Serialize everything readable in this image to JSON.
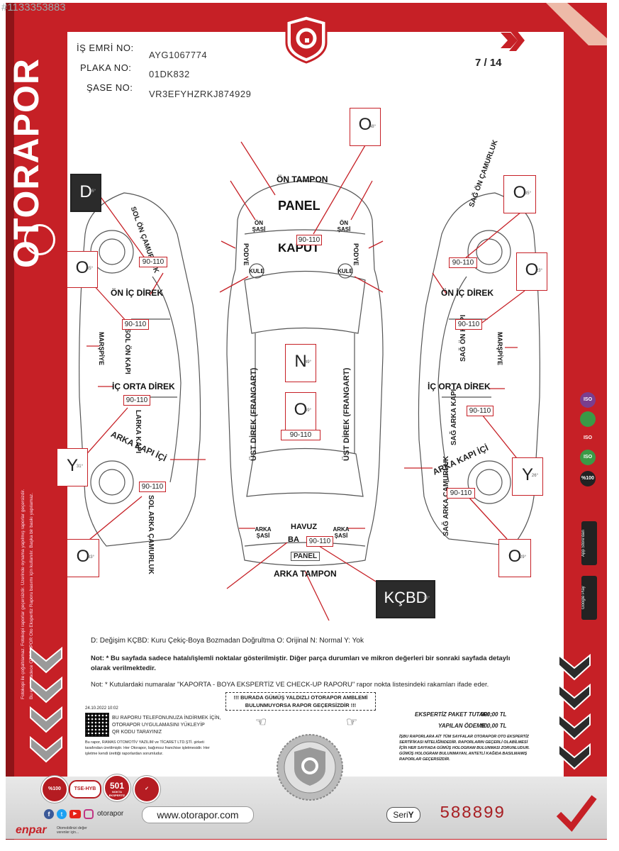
{
  "watermark_id": "#1133353883",
  "brand": {
    "vertical_name": "OTORAPOR",
    "side_notice_1": "Fotokopi ile çoğaltılamaz. Fotokopi raporlar geçersizdir. Üzerinde oynama yapılmış raporlar geçersizdir.",
    "side_notice_2": "Bu evrak sadece OTORAPOR Oto Ekspertiz Raporu basımı için kullanılır. Başka bir baskı yapılamaz."
  },
  "header": {
    "labels": [
      "İŞ EMRİ NO:",
      "PLAKA NO:",
      "ŞASE NO:"
    ],
    "values": [
      "AYG1067774",
      "01DK832",
      "VR3EFYHZRKJ874929"
    ],
    "page": "7 / 14"
  },
  "parts": {
    "on_tampon": "ÖN TAMPON",
    "panel_top": "PANEL",
    "kaput": "KAPUT",
    "on_sasi_l": "ÖN ŞASİ",
    "on_sasi_r": "ÖN ŞASİ",
    "podye_l": "PODYE",
    "podye_r": "PODYE",
    "kule_l": "KULE",
    "kule_r": "KULE",
    "ust_direk_l": "ÜST DİREK (FRANGART)",
    "ust_direk_r": "ÜST DİREK (FRANGART)",
    "arka_sasi_l": "ARKA ŞASİ",
    "arka_sasi_r": "ARKA ŞASİ",
    "havuz": "HAVUZ",
    "bagaj": "BA",
    "panel_bottom": "PANEL",
    "arka_tampon": "ARKA TAMPON",
    "sol_on_camurluk": "SOL ÖN ÇAMURLUK",
    "on_ic_direk_l": "ÖN İÇ DİREK",
    "sol_on_kapi": "SOL ÖN KAPI",
    "marspiye_l": "MARŞPİYE",
    "ic_orta_direk_l": "İÇ ORTA DİREK",
    "sol_arka_kapi": "LARKA KAPI",
    "arka_kapi_ici_l": "ARKA KAPI İÇİ",
    "sol_arka_camurluk": "SOL ARKA ÇAMURLUK",
    "sag_on_camurluk": "SAĞ ÖN ÇAMURLUK",
    "on_ic_direk_r": "ÖN İÇ DİREK",
    "sag_on_kapi": "SAĞ ÖN KAPI",
    "marspiye_r": "MARŞPİYE",
    "ic_orta_direk_r": "İÇ ORTA DİREK",
    "sag_arka_kapi": "SAĞ ARKA KAPI",
    "arka_kapi_ici_r": "ARKA KAPI İÇİ",
    "sag_arka_camurluk": "SAĞ ARKA ÇAMURLUK"
  },
  "codes": {
    "range": "90-110"
  },
  "status": {
    "kaput": {
      "value": "O",
      "note": "48°"
    },
    "sol_on_camurluk": {
      "value": "D",
      "note": "36°"
    },
    "on_ic_direk_l": {
      "value": "O",
      "note": "35°"
    },
    "sol_arka_kapi": {
      "value": "Y",
      "note": "31°"
    },
    "sol_arka_camurluk": {
      "value": "O",
      "note": "33°"
    },
    "tavan_n": {
      "value": "N",
      "note": "49°"
    },
    "tavan_o": {
      "value": "O",
      "note": "49°"
    },
    "sag_on_camurluk": {
      "value": "O",
      "note": "35°"
    },
    "on_ic_direk_r": {
      "value": "O",
      "note": "23°"
    },
    "sag_arka_kapi": {
      "value": "Y",
      "note": "26°"
    },
    "sag_arka_camurluk": {
      "value": "O",
      "note": "29°"
    },
    "arka_tampon": {
      "value": "KÇBD",
      "note": "18°"
    }
  },
  "legend": {
    "line1": "D: Değişim KÇBD: Kuru Çekiç-Boya Bozmadan Doğrultma O: Orijinal N: Normal Y: Yok",
    "note1": "Not: * Bu sayfada sadece hatalı/işlemli noktalar gösterilmiştir. Diğer parça durumları ve mikron değerleri bir sonraki sayfada detaylı olarak verilmektedir.",
    "note2": "Not: * Kutulardaki numaralar \"KAPORTA - BOYA EKSPERTİZ VE CHECK-UP RAPORU\" rapor nokta listesindeki rakamları ifade eder."
  },
  "footer": {
    "date": "24.10.2022 10:02",
    "qr_text_1": "BU RAPORU TELEFONUNUZA İNDİRMEK İÇİN,",
    "qr_text_2": "OTORAPOR UYGULAMASINI YÜKLEYİP",
    "qr_text_3": "QR KODU TARAYINIZ",
    "company": "Bu rapor, RAMAS OTOMOTİV YAZILIM ve TİCARET LTD.ŞTİ. şirketi tarafından üretilmiştir. Her Otorapor, bağımsız franchise işletmesidir. Her işletme kendi ürettiği raporlardan sorumludur.",
    "hologram_1": "!!! BURADA GÜMÜŞ YALDIZLI OTORAPOR AMBLEMİ",
    "hologram_2": "BULUNMUYORSA RAPOR GEÇERSİZDİR !!!",
    "fee_label": "EKSPERTİZ PAKET TUTARI :",
    "fee_value": "900,00 TL",
    "paid_label": "YAPILAN ÖDEME :",
    "paid_value": "900,00 TL",
    "cert_text": "İŞBU RAPORLARA AİT TÜM SAYFALAR OTORAPOR OTO EKSPERTİZ SERTİFİKASI NİTELİĞİNDEDİR. RAPORLARIN GEÇERLİ OLABİLMESİ İÇİN HER SAYFADA GÜMÜŞ HOLOGRAM BULUNMASI ZORUNLUDUR. GÜMÜŞ HOLOGRAM BULUNMAYAN, ANTETLİ KAĞIDA BASILMAMIŞ RAPORLAR GEÇERSİZDİR.",
    "website": "www.otorapor.com",
    "social": "otorapor",
    "seri_label": "Seri",
    "seri_letter": "Y",
    "serial": "588899",
    "badges": [
      "%100",
      "TSE-HYB",
      "501"
    ],
    "badge_sub": "NOKTA EKSPERTİZ",
    "app_store": "App Store'dan",
    "google_play": "Google Play",
    "side_marks": [
      "ISO",
      "ISO",
      "ISO",
      "%100"
    ],
    "enpar": "enpar",
    "enpar_sub": "Otomobilinizi değer verenler için..."
  },
  "colors": {
    "brand_red": "#c62026",
    "dark": "#2b2b2b"
  }
}
